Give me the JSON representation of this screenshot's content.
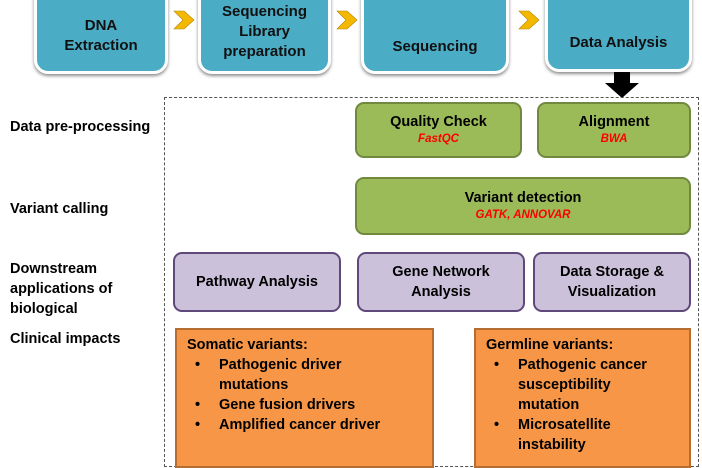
{
  "workflow": {
    "steps": [
      {
        "label_line1": "DNA",
        "label_line2": "Extraction",
        "label_line3": ""
      },
      {
        "label_line1": "Sequencing",
        "label_line2": "Library",
        "label_line3": "preparation"
      },
      {
        "label_line1": "Sequencing",
        "label_line2": "",
        "label_line3": ""
      },
      {
        "label_line1": "Data Analysis",
        "label_line2": "",
        "label_line3": ""
      }
    ],
    "connector_icon": "chevron-right-icon",
    "down_arrow_icon": "arrow-down-icon"
  },
  "rows": {
    "preprocessing": "Data pre-processing",
    "variant_calling": "Variant calling",
    "downstream_line1": "Downstream",
    "downstream_line2": "applications of",
    "downstream_line3": "biological",
    "clinical": "Clinical impacts"
  },
  "preprocessing_boxes": [
    {
      "title": "Quality Check",
      "tool": "FastQC"
    },
    {
      "title": "Alignment",
      "tool": "BWA"
    }
  ],
  "variant_box": {
    "title": "Variant detection",
    "tool": "GATK, ANNOVAR"
  },
  "downstream_boxes": [
    {
      "line1": "Pathway Analysis",
      "line2": ""
    },
    {
      "line1": "Gene Network",
      "line2": "Analysis"
    },
    {
      "line1": "Data Storage &",
      "line2": "Visualization"
    }
  ],
  "clinical": {
    "somatic": {
      "title": "Somatic variants:",
      "items": [
        "Pathogenic driver mutations",
        "Gene fusion drivers",
        "Amplified cancer driver"
      ]
    },
    "germline": {
      "title": "Germline variants:",
      "items": [
        "Pathogenic cancer susceptibility mutation",
        "Microsatellite instability"
      ]
    },
    "bullet": "•"
  },
  "colors": {
    "step_fill": "#4bacc6",
    "chevron": "#f5b800",
    "green_fill": "#9bbb59",
    "purple_fill": "#ccc1da",
    "orange_fill": "#f79646",
    "tool_text": "#ff0000"
  }
}
